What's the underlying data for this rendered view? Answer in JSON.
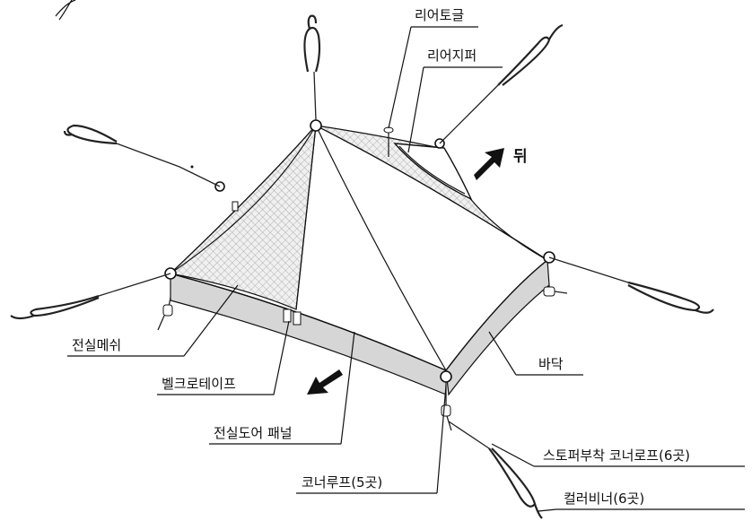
{
  "labels": {
    "rear_toggle": "리어토글",
    "rear_zipper": "리어지퍼",
    "back": "뒤",
    "inner_mesh": "전실메쉬",
    "velcro_tape": "벨크로테이프",
    "inner_door_panel": "전실도어 패널",
    "floor": "바닥",
    "corner_loop": "코너루프(5곳)",
    "stopper_corner_rope": "스토퍼부착 코너로프(6곳)",
    "carabiner": "컬러비너(6곳)"
  },
  "colors": {
    "line": "#111111",
    "fabric": "#ffffff",
    "floor": "#d6d6d6",
    "mesh": "#e4e4e4",
    "arrow": "#111111"
  }
}
